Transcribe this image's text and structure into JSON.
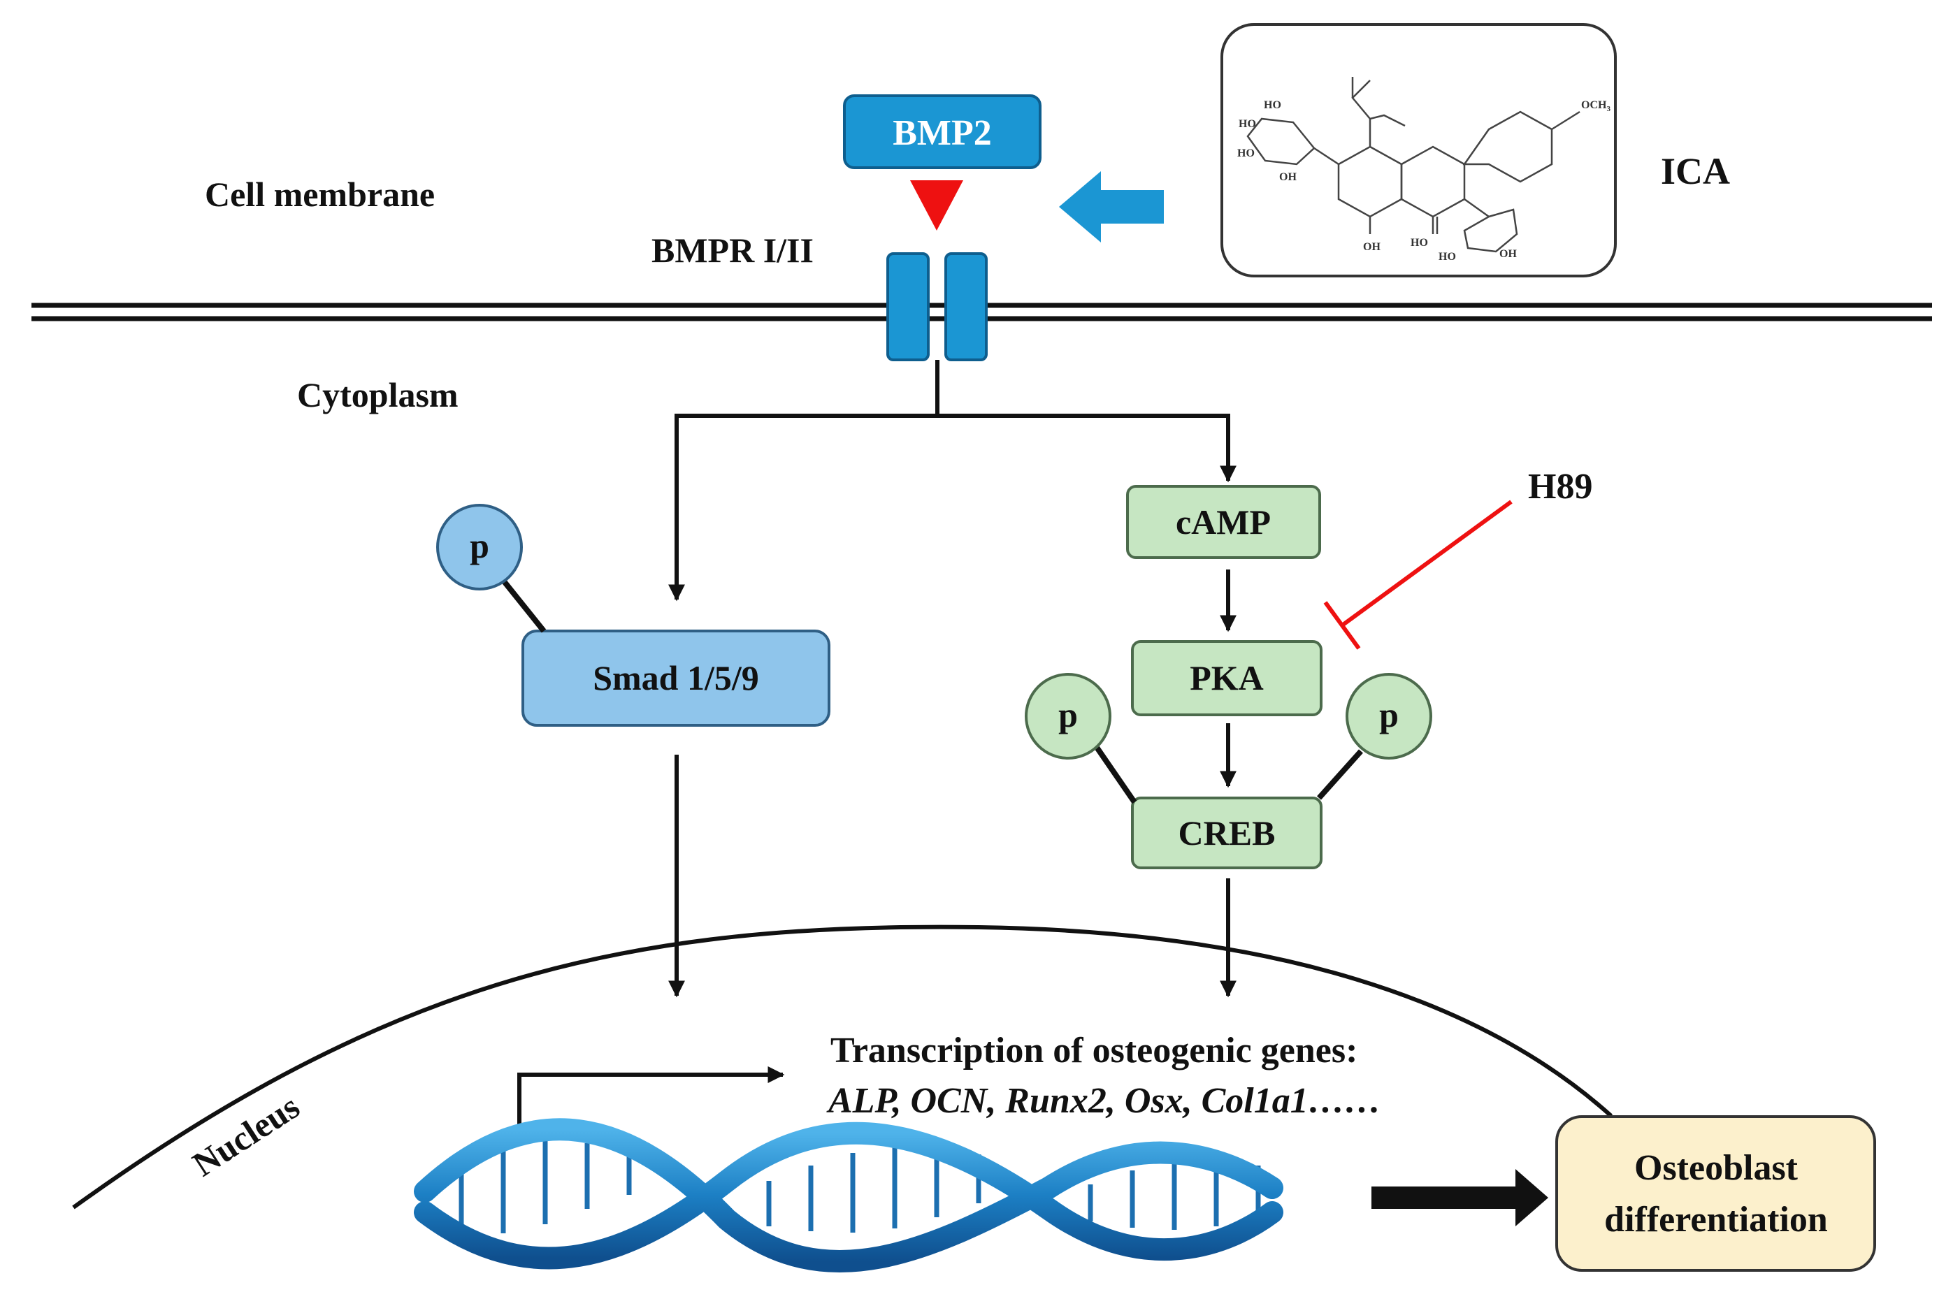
{
  "labels": {
    "cell_membrane": "Cell membrane",
    "bmpr": "BMPR I/II",
    "cytoplasm": "Cytoplasm",
    "nucleus": "Nucleus",
    "ica": "ICA",
    "h89": "H89"
  },
  "nodes": {
    "bmp2": "BMP2",
    "smad": "Smad 1/5/9",
    "camp": "cAMP",
    "pka": "PKA",
    "creb": "CREB",
    "phospho": "p",
    "osteoblast_line1": "Osteoblast",
    "osteoblast_line2": "differentiation"
  },
  "transcription": {
    "heading": "Transcription of osteogenic genes:",
    "genes": "ALP, OCN, Runx2, Osx, Col1a1……"
  },
  "molecule": {
    "och3": "OCH",
    "och3_sub": "3",
    "ho": "HO",
    "oh": "OH"
  },
  "colors": {
    "receptor_blue": "#1B96D3",
    "smad_blue": "#8FC5EB",
    "pathway_green": "#C6E6C2",
    "osteoblast_fill": "#FCF0CC",
    "inhibitor_red": "#EE1111",
    "ligand_triangle": "#EE1111",
    "text": "#111111"
  }
}
